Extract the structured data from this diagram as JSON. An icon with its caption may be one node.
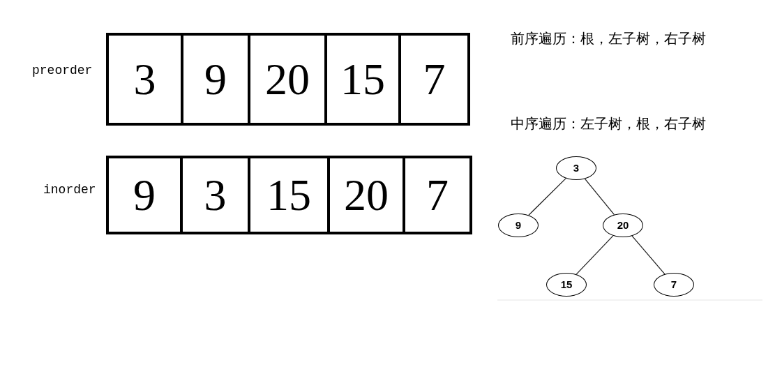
{
  "diagram": {
    "nodes": [
      {
        "text": [
          "3"
        ]
      },
      {
        "text": [
          "9"
        ]
      },
      {
        "text": [
          "20"
        ]
      },
      {
        "text": [
          "15"
        ]
      },
      {
        "text": [
          "7"
        ]
      },
      {
        "text": [
          "9"
        ]
      },
      {
        "text": [
          "3"
        ]
      },
      {
        "text": [
          "15"
        ]
      },
      {
        "text": [
          "20"
        ]
      },
      {
        "text": [
          "7"
        ]
      },
      {
        "text": [
          "3"
        ]
      },
      {
        "text": [
          "9"
        ]
      },
      {
        "text": [
          "20"
        ]
      },
      {
        "text": [
          "15"
        ]
      },
      {
        "text": [
          "7"
        ]
      }
    ],
    "edges": [
      {
        "from": 10,
        "to": 11,
        "arrow": "none"
      },
      {
        "from": 10,
        "to": 12,
        "arrow": "none"
      },
      {
        "from": 12,
        "to": 13,
        "arrow": "none"
      },
      {
        "from": 12,
        "to": 14,
        "arrow": "none"
      }
    ],
    "labels": [
      "preorder",
      "inorder",
      "前序遍历：根，左子树，右子树",
      "中序遍历：左子树，根，右子树"
    ]
  }
}
